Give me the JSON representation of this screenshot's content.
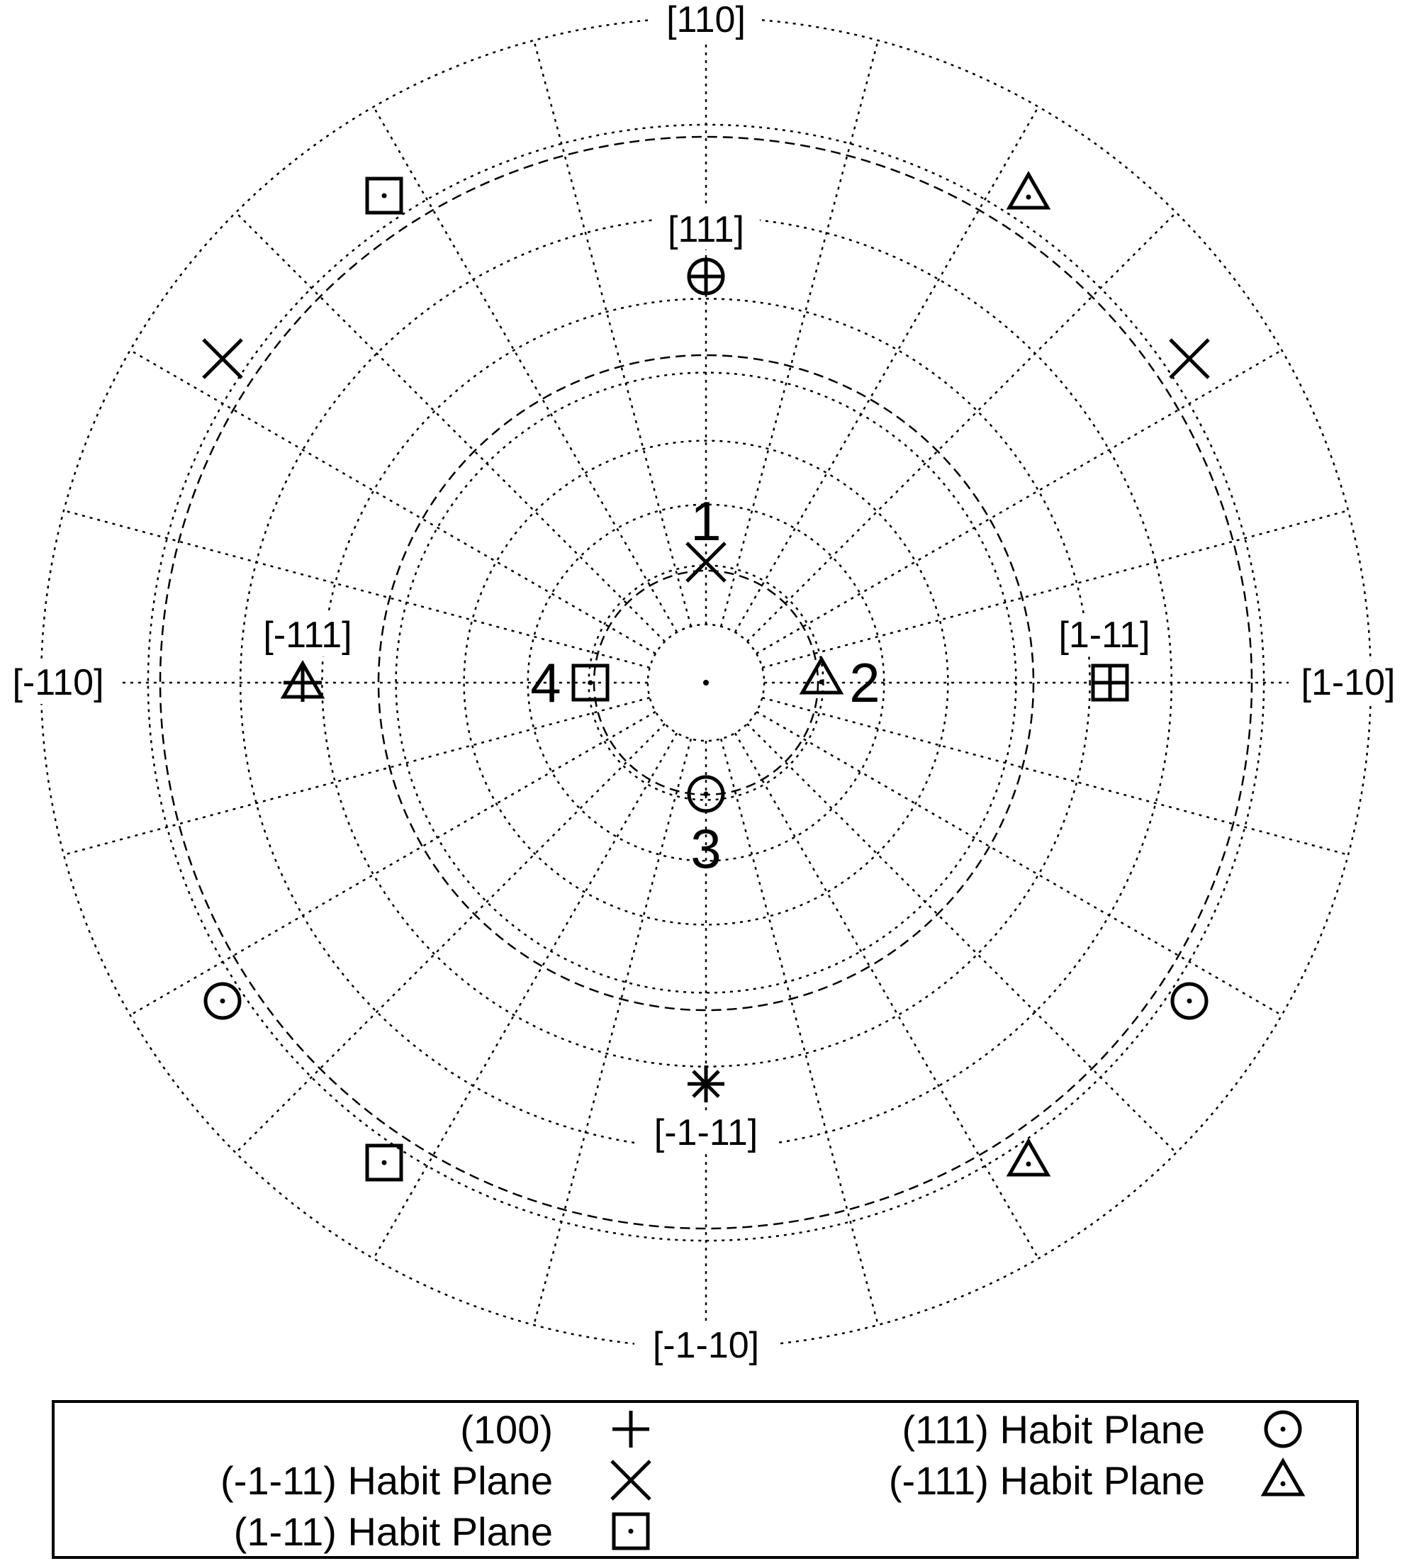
{
  "projection": {
    "direction_labels": {
      "top": "[110]",
      "bottom": "[-1-10]",
      "left": "[-110]",
      "right": "[1-10]",
      "upper": "[111]",
      "lower": "[-1-11]",
      "upper_left": "[-111]",
      "upper_right": "[1-11]"
    },
    "number_labels": [
      "1",
      "2",
      "3",
      "4"
    ],
    "markers": [
      {
        "shape": "plus",
        "icon": "plus-icon"
      },
      {
        "shape": "x",
        "icon": "x-icon"
      },
      {
        "shape": "square",
        "icon": "square-dot-icon"
      },
      {
        "shape": "circle",
        "icon": "circle-dot-icon"
      },
      {
        "shape": "triangle",
        "icon": "triangle-dot-icon"
      }
    ]
  },
  "legend": {
    "entries": [
      {
        "label": "(100)",
        "icon": "plus-icon"
      },
      {
        "label": "(-1-11) Habit Plane",
        "icon": "x-icon"
      },
      {
        "label": "(1-11) Habit Plane",
        "icon": "square-dot-icon"
      },
      {
        "label": "(111) Habit Plane",
        "icon": "circle-dot-icon"
      },
      {
        "label": "(-111) Habit Plane",
        "icon": "triangle-dot-icon"
      }
    ]
  },
  "colors": {
    "ink": "#000000",
    "background": "#ffffff"
  }
}
